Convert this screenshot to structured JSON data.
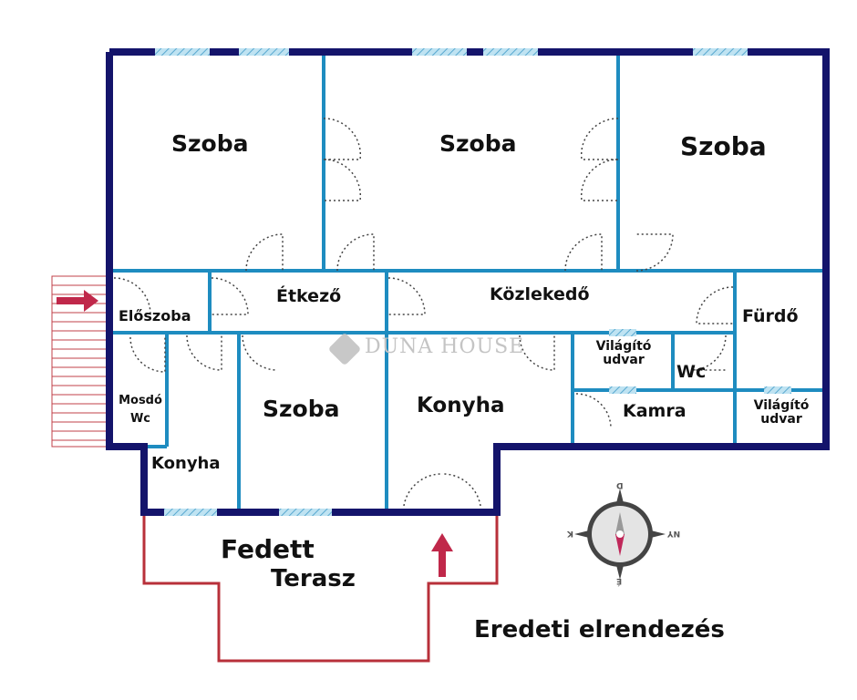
{
  "rooms": {
    "szoba1": "Szoba",
    "szoba2": "Szoba",
    "szoba3": "Szoba",
    "eloszoba": "Előszoba",
    "etkezo": "Étkező",
    "kozlekedo": "Közlekedő",
    "furdo": "Fürdő",
    "vilagito1": "Világító udvar",
    "wc": "Wc",
    "mosdo": "Mosdó Wc",
    "szoba4": "Szoba",
    "konyha1": "Konyha",
    "kamra": "Kamra",
    "vilagito2": "Világító udvar",
    "konyha2": "Konyha",
    "terasz1": "Fedett",
    "terasz2": "Terasz"
  },
  "caption": "Eredeti elrendezés",
  "watermark": "DUNA HOUSE",
  "compass": {
    "north": "D",
    "south": "É",
    "east": "NY",
    "west": "K"
  },
  "colors": {
    "outer_wall": "#14146b",
    "inner_wall": "#1e8cc0",
    "terrace": "#b8303a",
    "arrow": "#c0284a"
  }
}
